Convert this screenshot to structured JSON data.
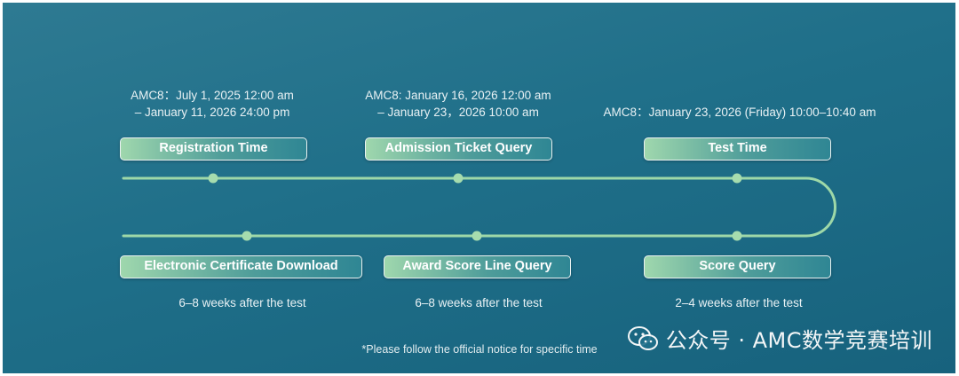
{
  "timeline": {
    "top_row": [
      {
        "label": "Registration Time",
        "detail_line1": "AMC8：July 1, 2025 12:00 am",
        "detail_line2": "– January 11, 2026 24:00 pm"
      },
      {
        "label": "Admission Ticket Query",
        "detail_line1": "AMC8: January 16, 2026 12:00 am",
        "detail_line2": "–  January 23，2026 10:00 am"
      },
      {
        "label": "Test Time",
        "detail_line1": "AMC8：January 23, 2026 (Friday) 10:00–10:40 am"
      }
    ],
    "bottom_row": [
      {
        "label": "Electronic Certificate Download",
        "note": "6–8 weeks after the test"
      },
      {
        "label": "Award Score Line Query",
        "note": "6–8 weeks after the test"
      },
      {
        "label": "Score Query",
        "note": "2–4 weeks after the test"
      }
    ]
  },
  "footnote": "*Please follow the official notice for specific time",
  "watermark": {
    "text": "公众号 · AMC数学竞赛培训",
    "icon": "wechat-icon"
  },
  "colors": {
    "background": "#1f6f89",
    "line": "#9ed8a8",
    "pill_start": "#9fd7ad",
    "pill_end": "#2f8694"
  }
}
